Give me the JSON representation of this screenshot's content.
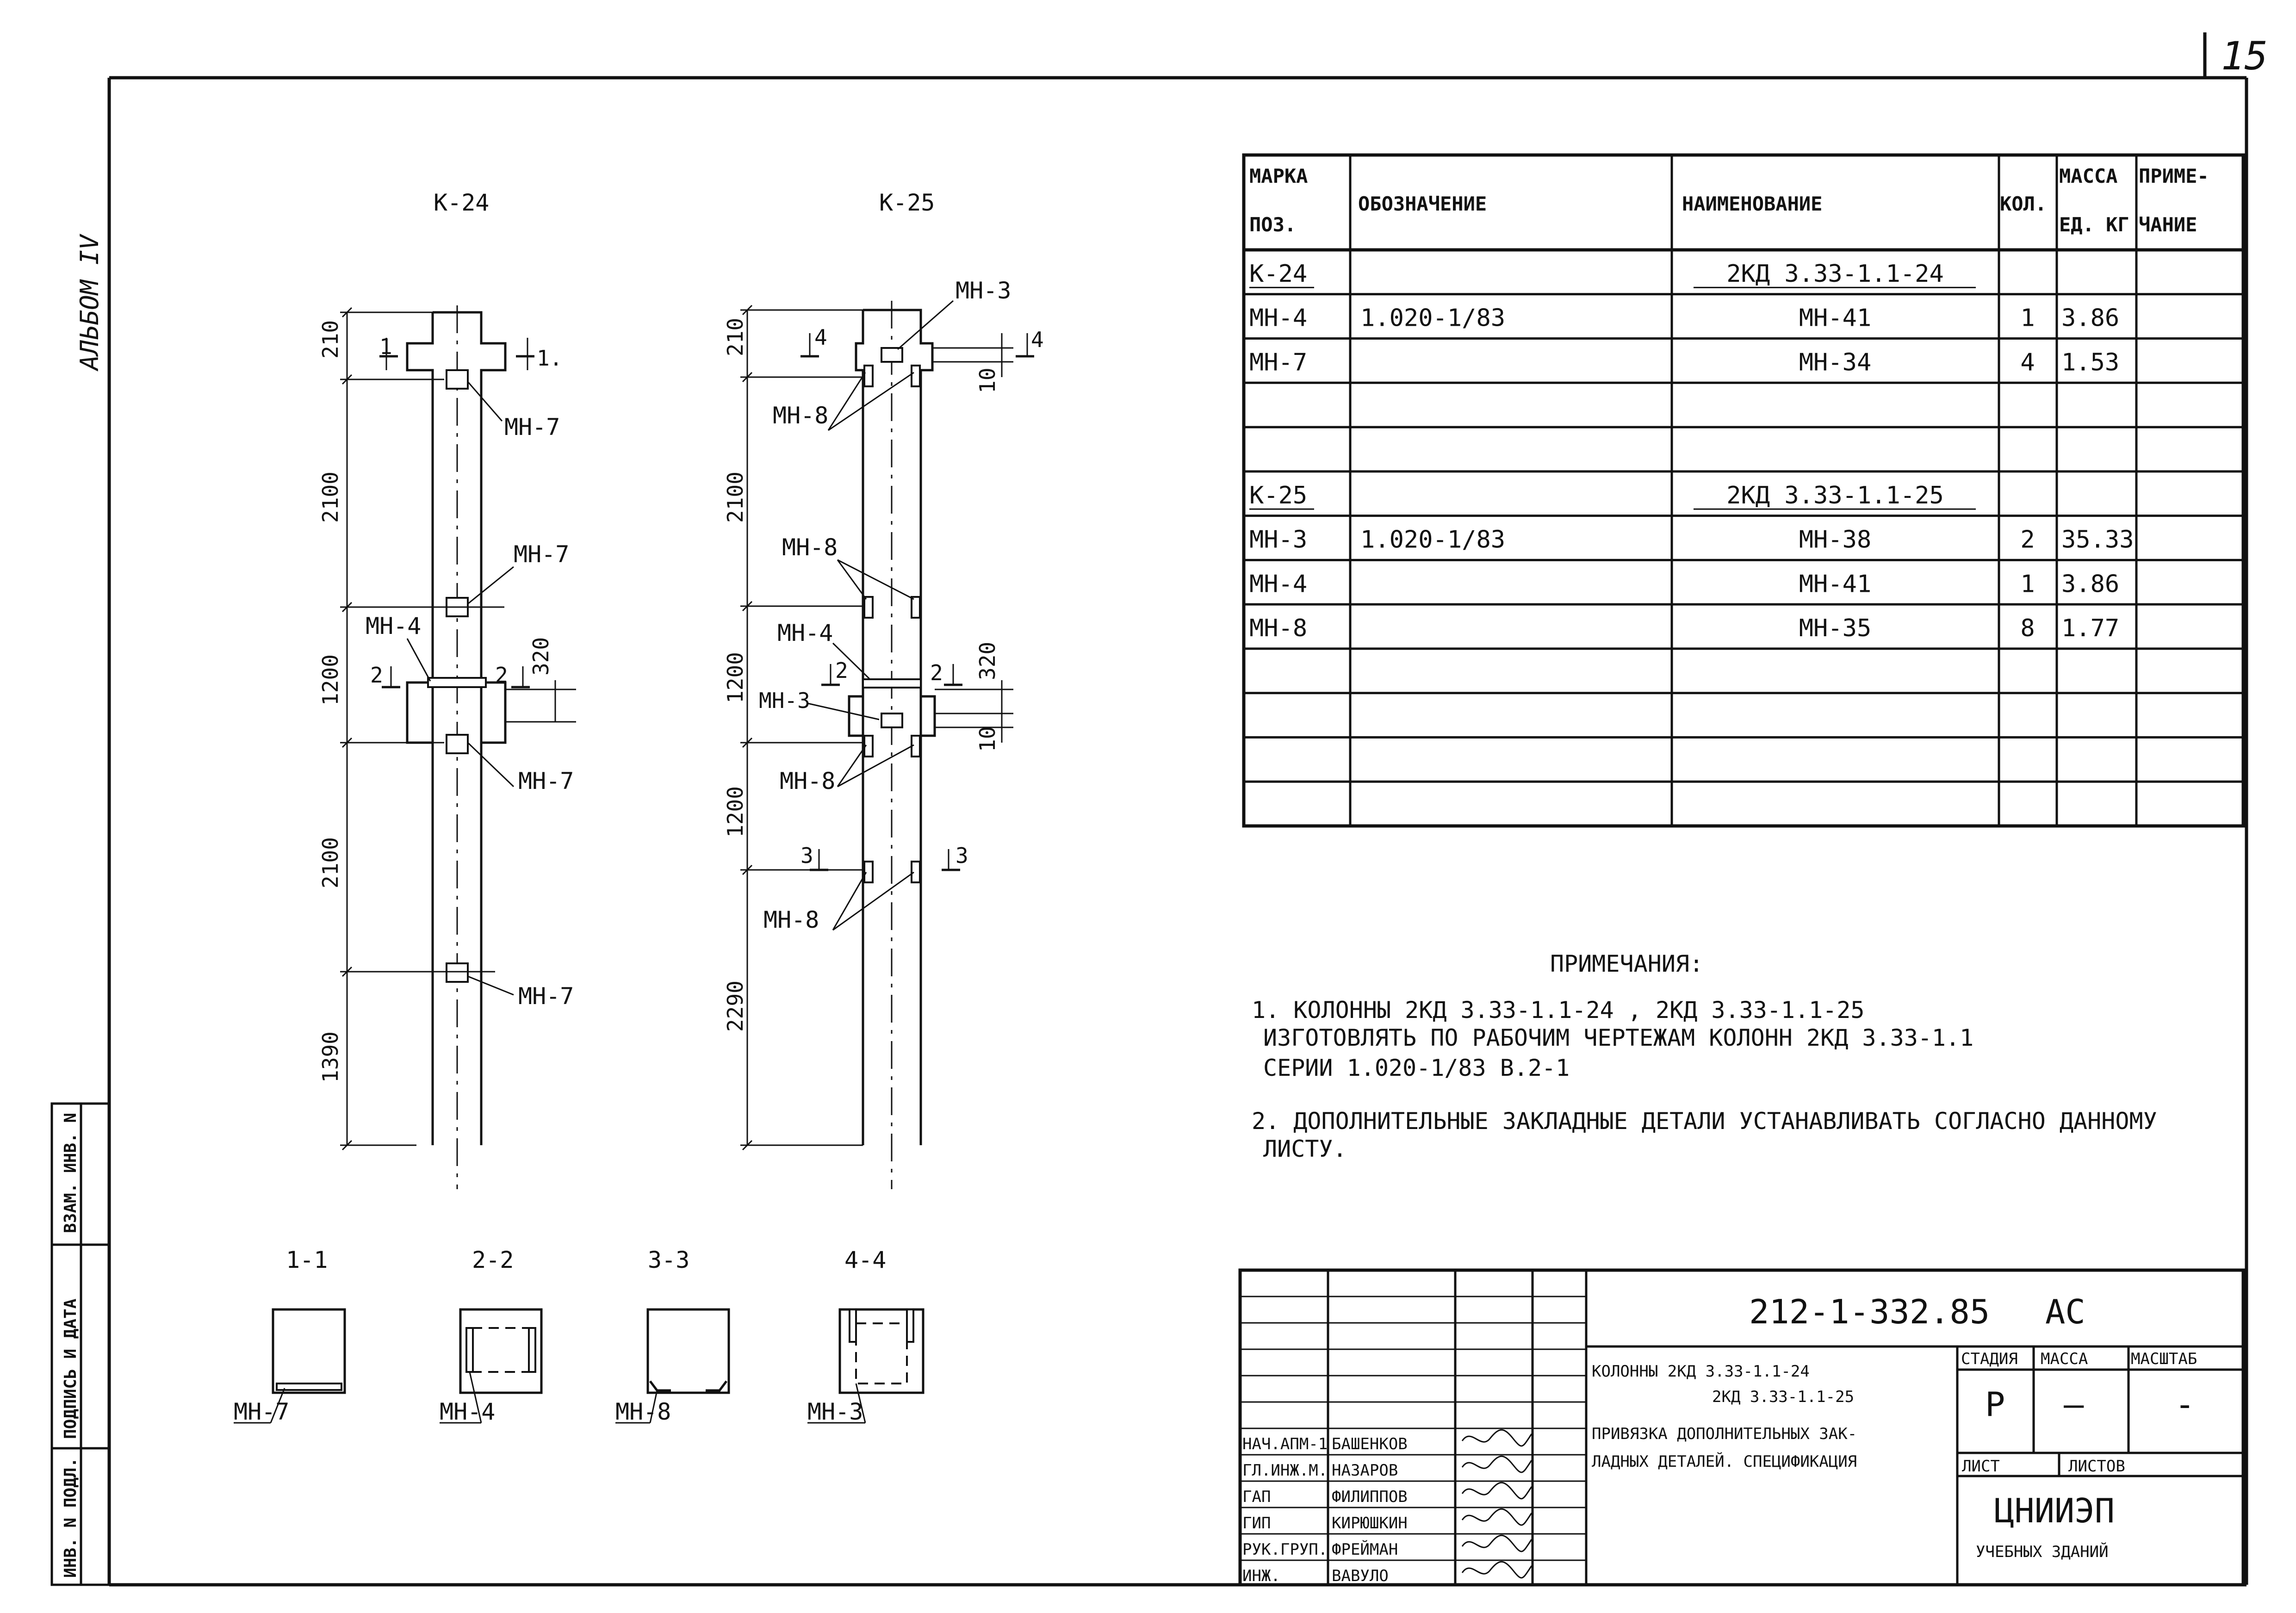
{
  "sheet": {
    "page_number": "15",
    "album_label": "АЛЬБОМ IV"
  },
  "side_stamp": {
    "vzam_inv": "ВЗАМ. ИНВ. N",
    "podpis_data": "ПОДПИСЬ И ДАТА",
    "inv_podl": "ИНВ. N ПОДЛ."
  },
  "elevations": {
    "k24": {
      "title": "К-24",
      "dims": [
        "210",
        "2100",
        "1200",
        "2100",
        "1390"
      ],
      "dim_320": "320",
      "labels": {
        "mn7_top": "МН-7",
        "mn7_mid": "МН-7",
        "mn4": "МН-4",
        "mn7_low": "МН-7",
        "mn7_bottom": "МН-7"
      },
      "sections": {
        "s1_left": "1",
        "s1_right": "1.",
        "s2_left": "2",
        "s2_right": "2"
      }
    },
    "k25": {
      "title": "К-25",
      "dims": [
        "210",
        "2100",
        "1200",
        "1200",
        "2290"
      ],
      "dim_10_top": "10",
      "dim_10_mid": "10",
      "dim_320": "320",
      "labels": {
        "mn3_top": "МН-3",
        "mn8_top": "МН-8",
        "mn8_mid": "МН-8",
        "mn4": "МН-4",
        "mn3_mid": "МН-3",
        "mn8_low": "МН-8",
        "mn8_bottom": "МН-8"
      },
      "sections": {
        "s4_left": "4",
        "s4_right": "4",
        "s2_left": "2",
        "s2_right": "2",
        "s3_left": "3",
        "s3_right": "3"
      }
    }
  },
  "sections": [
    {
      "title": "1-1",
      "label": "МН-7"
    },
    {
      "title": "2-2",
      "label": "МН-4"
    },
    {
      "title": "3-3",
      "label": "МН-8"
    },
    {
      "title": "4-4",
      "label": "МН-3"
    }
  ],
  "spec_table": {
    "headers": {
      "marka": [
        "МАРКА",
        "ПОЗ."
      ],
      "oboznachenie": "ОБОЗНАЧЕНИЕ",
      "naimenovanie": "НАИМЕНОВАНИЕ",
      "kol": "КОЛ.",
      "massa": [
        "МАССА",
        "ЕД. КГ"
      ],
      "primechanie": [
        "ПРИМЕ-",
        "ЧАНИЕ"
      ]
    },
    "rows": [
      {
        "marka": "К-24",
        "oboz": "",
        "name": "2КД 3.33-1.1-24",
        "kol": "",
        "massa": "",
        "prim": ""
      },
      {
        "marka": "МН-4",
        "oboz": "1.020-1/83",
        "name": "МН-41",
        "kol": "1",
        "massa": "3.86",
        "prim": ""
      },
      {
        "marka": "МН-7",
        "oboz": "",
        "name": "МН-34",
        "kol": "4",
        "massa": "1.53",
        "prim": ""
      },
      {
        "marka": "",
        "oboz": "",
        "name": "",
        "kol": "",
        "massa": "",
        "prim": ""
      },
      {
        "marka": "",
        "oboz": "",
        "name": "",
        "kol": "",
        "massa": "",
        "prim": ""
      },
      {
        "marka": "К-25",
        "oboz": "",
        "name": "2КД 3.33-1.1-25",
        "kol": "",
        "massa": "",
        "prim": ""
      },
      {
        "marka": "МН-3",
        "oboz": "1.020-1/83",
        "name": "МН-38",
        "kol": "2",
        "massa": "35.33",
        "prim": ""
      },
      {
        "marka": "МН-4",
        "oboz": "",
        "name": "МН-41",
        "kol": "1",
        "massa": "3.86",
        "prim": ""
      },
      {
        "marka": "МН-8",
        "oboz": "",
        "name": "МН-35",
        "kol": "8",
        "massa": "1.77",
        "prim": ""
      },
      {
        "marka": "",
        "oboz": "",
        "name": "",
        "kol": "",
        "massa": "",
        "prim": ""
      },
      {
        "marka": "",
        "oboz": "",
        "name": "",
        "kol": "",
        "massa": "",
        "prim": ""
      },
      {
        "marka": "",
        "oboz": "",
        "name": "",
        "kol": "",
        "massa": "",
        "prim": ""
      },
      {
        "marka": "",
        "oboz": "",
        "name": "",
        "kol": "",
        "massa": "",
        "prim": ""
      }
    ]
  },
  "notes": {
    "title": "ПРИМЕЧАНИЯ:",
    "n1_l1": "1. КОЛОННЫ 2КД 3.33-1.1-24 , 2КД 3.33-1.1-25",
    "n1_l2": "ИЗГОТОВЛЯТЬ ПО РАБОЧИМ ЧЕРТЕЖАМ КОЛОНН 2КД 3.33-1.1",
    "n1_l3": "СЕРИИ 1.020-1/83 В.2-1",
    "n2_l1": "2. ДОПОЛНИТЕЛЬНЫЕ ЗАКЛАДНЫЕ ДЕТАЛИ УСТАНАВЛИВАТЬ СОГЛАСНО ДАННОМУ",
    "n2_l2": "ЛИСТУ."
  },
  "title_block": {
    "code": "212-1-332.85",
    "suffix": "АС",
    "object_l1": "КОЛОННЫ 2КД 3.33-1.1-24",
    "object_l2": "2КД 3.33-1.1-25",
    "sheet_title_l1": "ПРИВЯЗКА ДОПОЛНИТЕЛЬНЫХ ЗАК-",
    "sheet_title_l2": "ЛАДНЫХ ДЕТАЛЕЙ. СПЕЦИФИКАЦИЯ",
    "stadia_hdr": "СТАДИЯ",
    "massa_hdr": "МАССА",
    "masshtab_hdr": "МАСШТАБ",
    "stadia": "Р",
    "massa": "—",
    "masshtab": "-",
    "list_hdr": "ЛИСТ",
    "listov_hdr": "ЛИСТОВ",
    "org_l1": "ЦНИИЭП",
    "org_l2": "УЧЕБНЫХ ЗДАНИЙ",
    "staff": [
      {
        "role": "НАЧ.АПМ-1",
        "name": "БАШЕНКОВ"
      },
      {
        "role": "ГЛ.ИНЖ.М.",
        "name": "НАЗАРОВ"
      },
      {
        "role": "ГАП",
        "name": "ФИЛИППОВ"
      },
      {
        "role": "ГИП",
        "name": "КИРЮШКИН"
      },
      {
        "role": "РУК.ГРУП.",
        "name": "ФРЕЙМАН"
      },
      {
        "role": "ИНЖ.",
        "name": "ВАВУЛО"
      }
    ]
  }
}
